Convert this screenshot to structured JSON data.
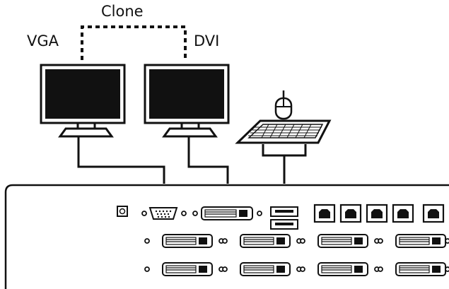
{
  "labels": {
    "clone": "Clone",
    "vga": "VGA",
    "dvi": "DVI"
  },
  "devices": {
    "monitors": [
      "vga-monitor",
      "dvi-monitor"
    ],
    "inputs": [
      "mouse",
      "keyboard"
    ],
    "switch": "kvm-switch"
  },
  "switch_panel": {
    "rows": 3,
    "ports_per_row": 4,
    "usb_type_b_ports": 5,
    "usb_type_a_ports": 2
  },
  "colors": {
    "line": "#111111",
    "screen": "#111111",
    "background": "#ffffff"
  }
}
